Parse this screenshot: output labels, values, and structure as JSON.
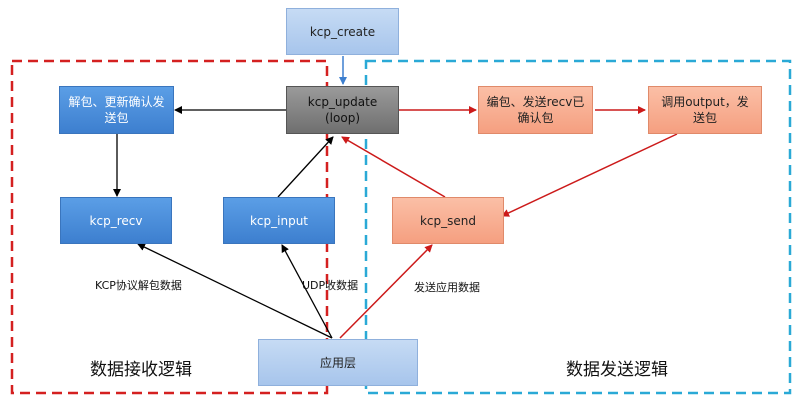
{
  "nodes": {
    "kcp_create": "kcp_create",
    "kcp_update_l1": "kcp_update",
    "kcp_update_l2": "(loop)",
    "unpack_update_ack_l1": "解包、更新确认发",
    "unpack_update_ack_l2": "送包",
    "encode_send_recv_l1": "编包、发送recv已",
    "encode_send_recv_l2": "确认包",
    "call_output_l1": "调用output，发",
    "call_output_l2": "送包",
    "kcp_recv": "kcp_recv",
    "kcp_input": "kcp_input",
    "kcp_send": "kcp_send",
    "app_layer": "应用层"
  },
  "edge_labels": {
    "kcp_protocol_unpack": "KCP协议解包数据",
    "udp_receive": "UDP收数据",
    "send_app_data": "发送应用数据"
  },
  "regions": {
    "receive_logic": "数据接收逻辑",
    "send_logic": "数据发送逻辑"
  },
  "colors": {
    "receive_region_border": "#d42020",
    "send_region_border": "#2aa9d6",
    "red_arrow": "#cc1a1a",
    "black_arrow": "#000000",
    "blue_arrow": "#3d7fcf"
  }
}
